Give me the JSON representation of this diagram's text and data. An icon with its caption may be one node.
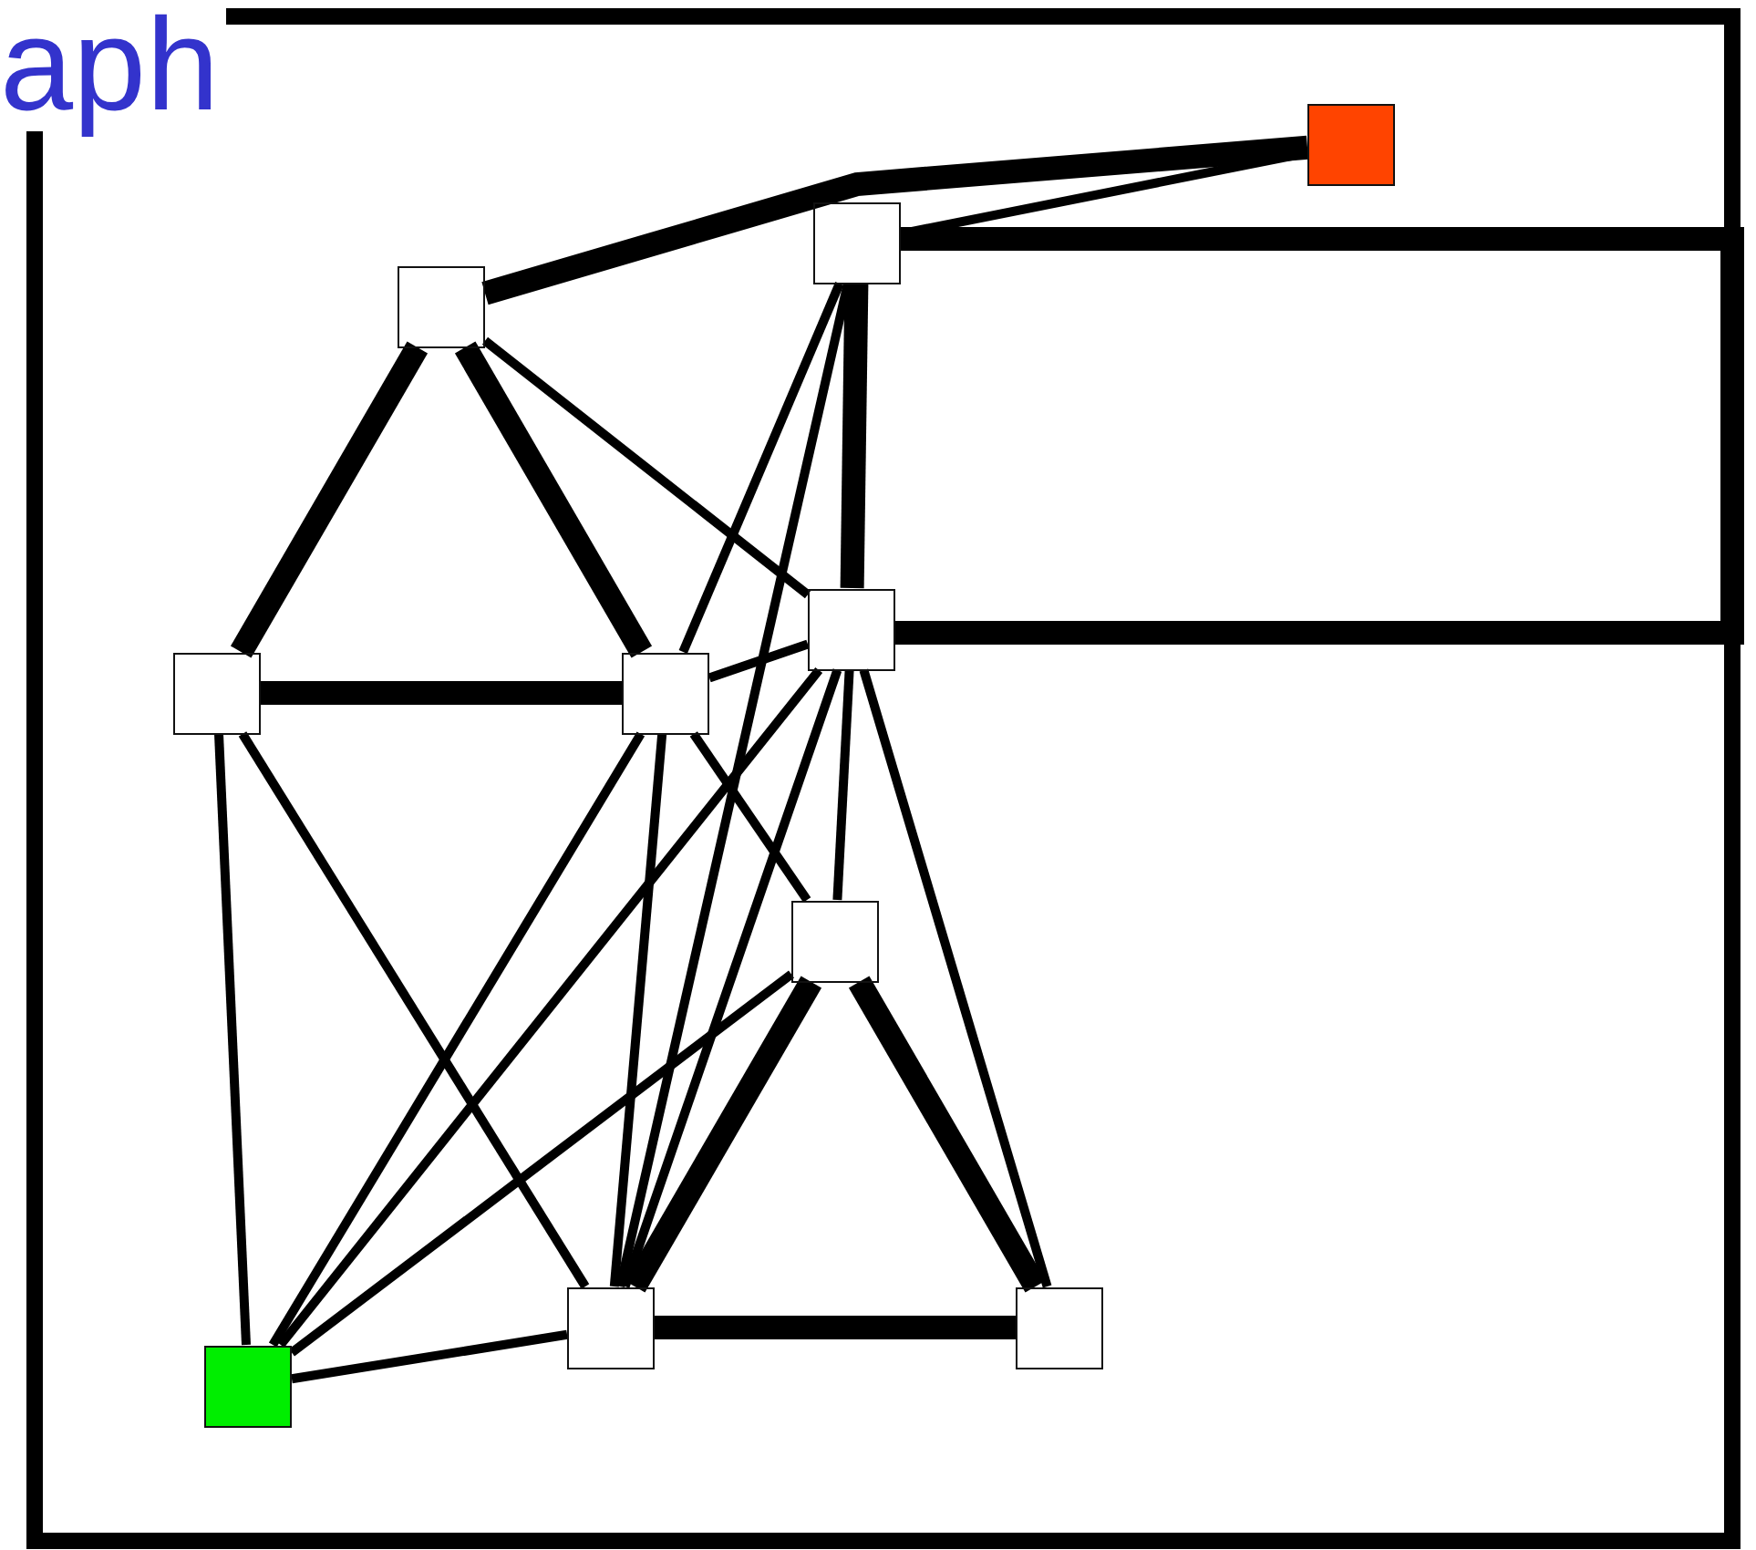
{
  "diagram": {
    "title": "aph",
    "nodes": [
      {
        "text": [],
        "shape": "box"
      },
      {
        "text": [],
        "shape": "box"
      },
      {
        "text": [],
        "shape": "box"
      },
      {
        "text": [],
        "shape": "box"
      },
      {
        "text": [],
        "shape": "box"
      },
      {
        "text": [],
        "shape": "box"
      },
      {
        "text": [],
        "shape": "box"
      },
      {
        "text": [],
        "shape": "box"
      },
      {
        "text": [],
        "shape": "box"
      },
      {
        "text": [],
        "shape": "box"
      }
    ],
    "edges": [
      {
        "from": 0,
        "to": 2,
        "arrow": "none",
        "style": "thick"
      },
      {
        "from": 1,
        "to": 2,
        "arrow": "none"
      },
      {
        "from": 0,
        "to": 4,
        "arrow": "none",
        "style": "thick"
      },
      {
        "from": 0,
        "to": 5,
        "arrow": "none",
        "style": "thick"
      },
      {
        "from": 0,
        "to": 3,
        "arrow": "none"
      },
      {
        "from": 1,
        "to": 3,
        "arrow": "none",
        "style": "thick"
      },
      {
        "from": 1,
        "to": 3,
        "arrow": "none",
        "style": "thick"
      },
      {
        "from": 4,
        "to": 5,
        "arrow": "none",
        "style": "thick"
      },
      {
        "from": 4,
        "to": 9,
        "arrow": "none"
      },
      {
        "from": 4,
        "to": 7,
        "arrow": "none"
      },
      {
        "from": 5,
        "to": 3,
        "arrow": "none"
      },
      {
        "from": 5,
        "to": 7,
        "arrow": "none"
      },
      {
        "from": 5,
        "to": 6,
        "arrow": "none"
      },
      {
        "from": 5,
        "to": 9,
        "arrow": "none"
      },
      {
        "from": 1,
        "to": 5,
        "arrow": "none"
      },
      {
        "from": 1,
        "to": 7,
        "arrow": "none"
      },
      {
        "from": 3,
        "to": 9,
        "arrow": "none"
      },
      {
        "from": 3,
        "to": 7,
        "arrow": "none"
      },
      {
        "from": 3,
        "to": 6,
        "arrow": "none"
      },
      {
        "from": 3,
        "to": 8,
        "arrow": "none"
      },
      {
        "from": 6,
        "to": 7,
        "arrow": "none",
        "style": "thick"
      },
      {
        "from": 6,
        "to": 8,
        "arrow": "none",
        "style": "thick"
      },
      {
        "from": 6,
        "to": 9,
        "arrow": "none"
      },
      {
        "from": 7,
        "to": 8,
        "arrow": "none",
        "style": "thick"
      },
      {
        "from": 7,
        "to": 9,
        "arrow": "none"
      }
    ]
  }
}
